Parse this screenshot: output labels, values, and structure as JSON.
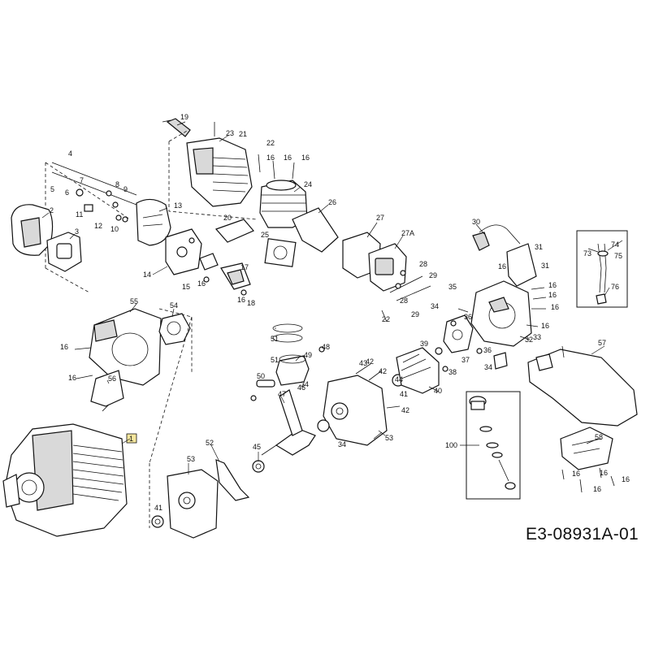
{
  "diagram_code": "E3-08931A-01",
  "callouts": {
    "p1": "1",
    "p2": "2",
    "p3": "3",
    "p4": "4",
    "p5": "5",
    "p6": "6",
    "p7": "7",
    "p8": "8",
    "p9": "9",
    "p10": "10",
    "p11": "11",
    "p12": "12",
    "p13": "13",
    "p14": "14",
    "p15": "15",
    "p16": "16",
    "p17": "17",
    "p18": "18",
    "p19": "19",
    "p20": "20",
    "p21": "21",
    "p22": "22",
    "p23": "23",
    "p24": "24",
    "p25": "25",
    "p26": "26",
    "p27": "27",
    "p27A": "27A",
    "p28": "28",
    "p29": "29",
    "p30": "30",
    "p31": "31",
    "p32": "32",
    "p33": "33",
    "p34": "34",
    "p35": "35",
    "p36": "36",
    "p37": "37",
    "p38": "38",
    "p39": "39",
    "p40": "40",
    "p41": "41",
    "p42": "42",
    "p43": "43",
    "p44": "44",
    "p45": "45",
    "p46": "46",
    "p47": "47",
    "p48": "48",
    "p49": "49",
    "p50": "50",
    "p51": "51",
    "p52": "52",
    "p53": "53",
    "p54": "54",
    "p55": "55",
    "p56": "56",
    "p57": "57",
    "p58": "58",
    "p73": "73",
    "p74": "74",
    "p75": "75",
    "p76": "76",
    "p100": "100"
  },
  "colors": {
    "ink": "#111111",
    "highlight": "#f5e79e"
  }
}
